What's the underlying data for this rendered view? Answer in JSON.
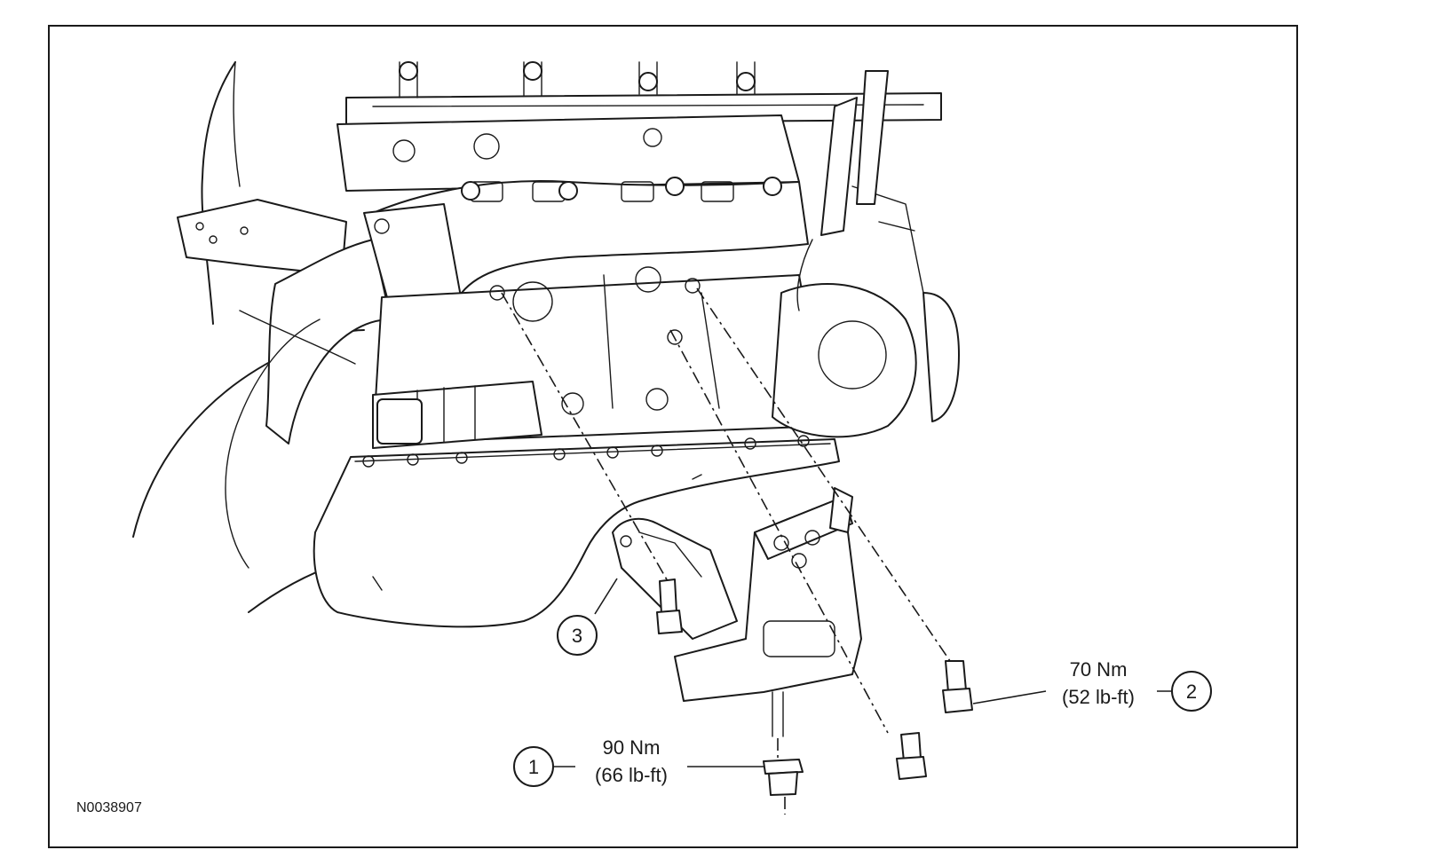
{
  "figure_id": "N0038907",
  "callouts": [
    {
      "number": "1",
      "torque_nm": "90 Nm",
      "torque_lbft": "(66 lb-ft)"
    },
    {
      "number": "2",
      "torque_nm": "70 Nm",
      "torque_lbft": "(52 lb-ft)"
    },
    {
      "number": "3"
    }
  ]
}
